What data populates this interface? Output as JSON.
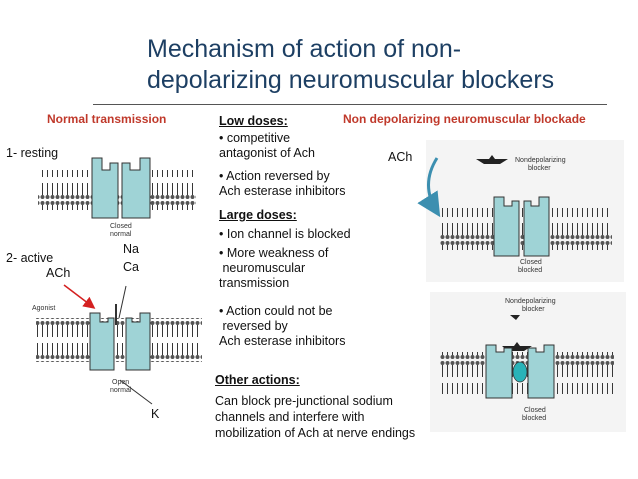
{
  "title": {
    "line1": "Mechanism of action of non-",
    "line2": "depolarizing neuromuscular blockers"
  },
  "headers": {
    "normal": "Normal transmission",
    "nondepol": "Non depolarizing neuromuscular blockade"
  },
  "left": {
    "resting": "1- resting",
    "active": "2- active",
    "ach": "ACh",
    "na": "Na",
    "ca": "Ca",
    "k": "K",
    "closed1": "Closed",
    "closed2": "normal",
    "agonist": "Agonist",
    "open1": "Open",
    "open2": "normal"
  },
  "middle": {
    "low_heading": "Low doses:",
    "low_b1a": "competitive",
    "low_b1b": "antagonist of Ach",
    "low_b2a": "Action reversed by",
    "low_b2b": "Ach esterase inhibitors",
    "large_heading": "Large doses:",
    "large_b1": "Ion channel is blocked",
    "large_b2a": "More weakness of",
    "large_b2b": "neuromuscular",
    "large_b2c": "transmission",
    "large_b3a": "Action could not be",
    "large_b3b": "reversed by",
    "large_b3c": "Ach esterase inhibitors",
    "other_heading": "Other actions:",
    "other_1": "Can block pre-junctional sodium",
    "other_2": "channels and interfere with",
    "other_3": "mobilization of Ach at nerve endings"
  },
  "right": {
    "ach": "ACh",
    "blocker1": "Nondepolarizing",
    "blocker2": "blocker",
    "closed1": "Closed",
    "closed2": "blocked"
  },
  "colors": {
    "title": "#1d3f63",
    "header": "#c0392b",
    "channel": "#9fd3d6",
    "arrow": "#3c8fb0"
  }
}
